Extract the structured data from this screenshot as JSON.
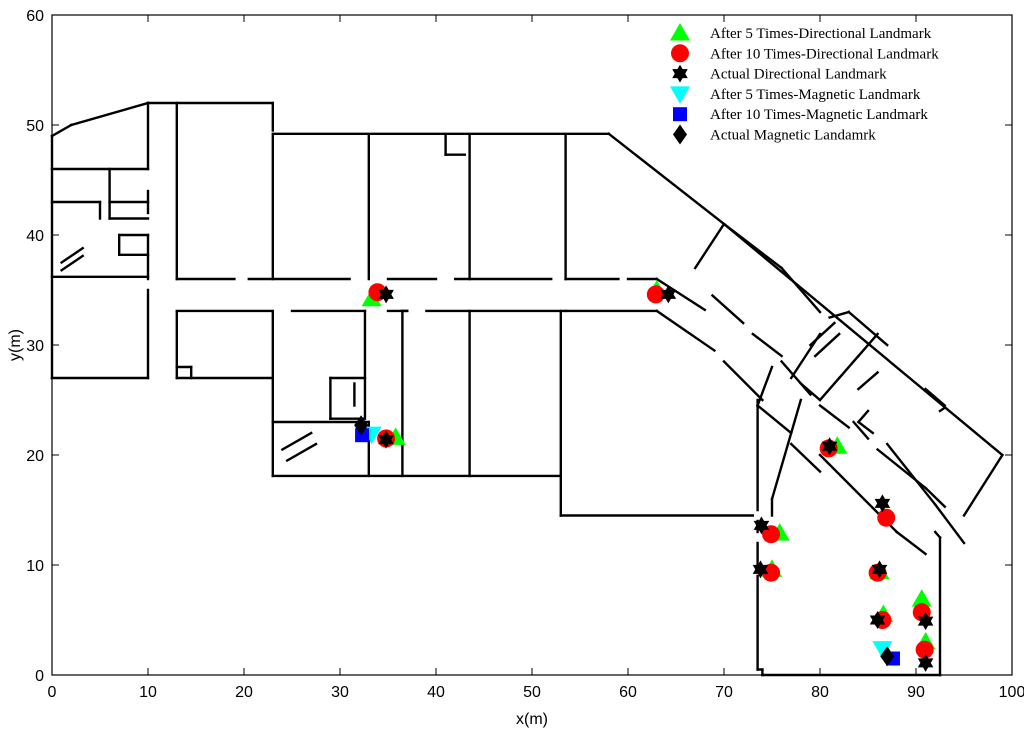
{
  "chart_data": {
    "type": "scatter",
    "title": "",
    "xlabel": "x(m)",
    "ylabel": "y(m)",
    "xlim": [
      0,
      100
    ],
    "ylim": [
      0,
      60
    ],
    "xticks": [
      0,
      10,
      20,
      30,
      40,
      50,
      60,
      70,
      80,
      90,
      100
    ],
    "yticks": [
      0,
      10,
      20,
      30,
      40,
      50,
      60
    ],
    "grid": false,
    "legend_position": "top-right",
    "background": "floor plan of building",
    "series": [
      {
        "name": "After 5 Times-Directional Landmark",
        "marker": "triangle-up",
        "color": "#00ff00",
        "points": [
          [
            33.3,
            34.2
          ],
          [
            63.0,
            35.0
          ],
          [
            35.8,
            21.6
          ],
          [
            81.8,
            20.8
          ],
          [
            75.8,
            12.9
          ],
          [
            75.0,
            9.6
          ],
          [
            86.2,
            9.4
          ],
          [
            86.6,
            5.5
          ],
          [
            90.6,
            6.9
          ],
          [
            91.0,
            3.0
          ]
        ]
      },
      {
        "name": "After 10 Times-Directional Landmark",
        "marker": "circle",
        "color": "#ff0000",
        "points": [
          [
            33.9,
            34.8
          ],
          [
            62.9,
            34.6
          ],
          [
            34.8,
            21.5
          ],
          [
            80.9,
            20.6
          ],
          [
            74.9,
            12.8
          ],
          [
            74.9,
            9.3
          ],
          [
            86.0,
            9.3
          ],
          [
            86.5,
            5.0
          ],
          [
            90.6,
            5.7
          ],
          [
            90.9,
            2.3
          ],
          [
            86.9,
            14.3
          ]
        ]
      },
      {
        "name": "Actual Directional Landmark",
        "marker": "hexagram",
        "color": "#000000",
        "points": [
          [
            34.8,
            34.6
          ],
          [
            64.2,
            34.6
          ],
          [
            34.8,
            21.4
          ],
          [
            81.0,
            20.8
          ],
          [
            73.9,
            13.6
          ],
          [
            73.8,
            9.6
          ],
          [
            86.2,
            9.6
          ],
          [
            86.0,
            5.0
          ],
          [
            91.0,
            4.9
          ],
          [
            91.0,
            1.1
          ],
          [
            86.5,
            15.6
          ]
        ]
      },
      {
        "name": "After 5 Times-Magnetic Landmark",
        "marker": "triangle-down",
        "color": "#00ffff",
        "points": [
          [
            33.3,
            21.9
          ],
          [
            86.5,
            2.4
          ]
        ]
      },
      {
        "name": "After 10 Times-Magnetic Landmark",
        "marker": "square",
        "color": "#0000ff",
        "points": [
          [
            32.3,
            21.8
          ],
          [
            87.6,
            1.5
          ]
        ]
      },
      {
        "name": "Actual Magnetic Landamrk",
        "marker": "diamond",
        "color": "#000000",
        "points": [
          [
            32.2,
            22.7
          ],
          [
            87.0,
            1.7
          ]
        ]
      }
    ]
  }
}
